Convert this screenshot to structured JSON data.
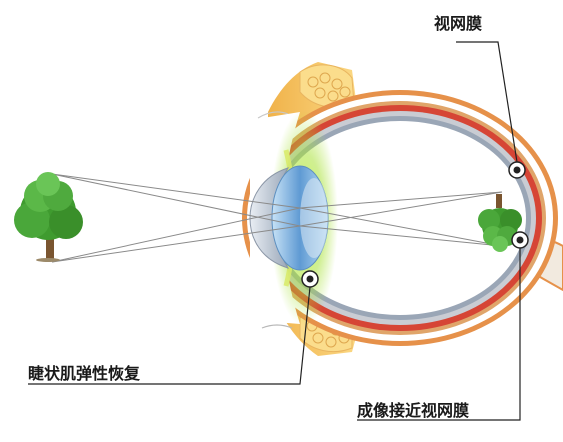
{
  "labels": {
    "retina": "视网膜",
    "ciliary_muscle": "睫状肌弹性恢复",
    "image_near_retina": "成像接近视网膜"
  },
  "icons": {
    "object": "tree-icon",
    "image": "inverted-tree-icon",
    "marker": "target-marker-icon"
  },
  "colors": {
    "sclera_outer": "#e6914a",
    "sclera_inner": "#ffffff",
    "choroid": "#d64535",
    "retina_band": "#9aa6b6",
    "lens": "#7fb7e6",
    "ciliary_glow": "#a9e23a",
    "eyelid_fat": "#f3c466",
    "tree_green": "#3f9b2f",
    "ray_line": "#8a8a8a",
    "leader_line": "#222222"
  }
}
